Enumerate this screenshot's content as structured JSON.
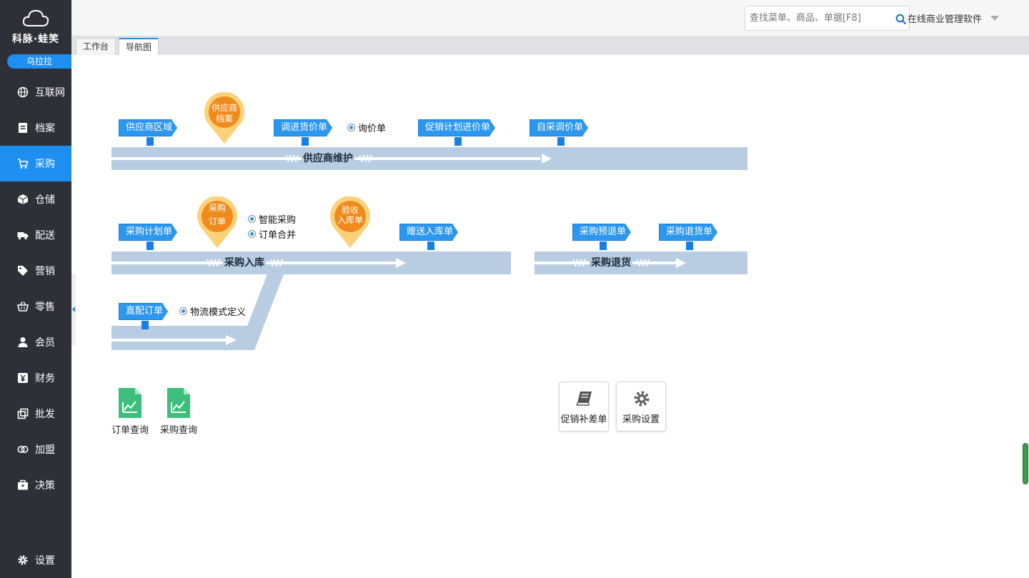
{
  "brand": {
    "name": "科脉·蛙笑",
    "user": "乌拉拉"
  },
  "sidebar": {
    "items": [
      {
        "label": "互联网",
        "icon": "globe-icon"
      },
      {
        "label": "档案",
        "icon": "file-icon"
      },
      {
        "label": "采购",
        "icon": "cart-icon",
        "active": true
      },
      {
        "label": "仓储",
        "icon": "box-icon"
      },
      {
        "label": "配送",
        "icon": "truck-icon"
      },
      {
        "label": "营销",
        "icon": "tag-icon"
      },
      {
        "label": "零售",
        "icon": "basket-icon"
      },
      {
        "label": "会员",
        "icon": "person-icon"
      },
      {
        "label": "财务",
        "icon": "yen-icon"
      },
      {
        "label": "批发",
        "icon": "copy-icon"
      },
      {
        "label": "加盟",
        "icon": "link-rings-icon"
      },
      {
        "label": "决策",
        "icon": "briefcase-icon"
      }
    ],
    "settings": "设置"
  },
  "header": {
    "search_placeholder": "查找菜单、商品、单据[F8]",
    "company": "在线商业管理软件"
  },
  "tabs": [
    {
      "label": "工作台"
    },
    {
      "label": "导航图",
      "active": true
    }
  ],
  "flows": {
    "supplier": {
      "title": "供应商维护",
      "flags": [
        "供应商区域",
        "调进货价单",
        "促销计划进价单",
        "自采调价单"
      ],
      "pin": [
        "供应商",
        "档案"
      ],
      "options": [
        "询价单"
      ]
    },
    "purchase_in": {
      "title": "采购入库",
      "flags": [
        "采购计划单",
        "赠送入库单"
      ],
      "pins": [
        [
          "采购",
          "订单"
        ],
        [
          "验收",
          "入库单"
        ]
      ],
      "options": [
        "智能采购",
        "订单合并"
      ]
    },
    "purchase_return": {
      "title": "采购退货",
      "flags": [
        "采购预退单",
        "采购退货单"
      ]
    },
    "direct": {
      "flags": [
        "直配订单"
      ],
      "options": [
        "物流模式定义"
      ]
    }
  },
  "reports": [
    "订单查询",
    "采购查询"
  ],
  "tools": [
    "促销补差单",
    "采购设置"
  ],
  "colors": {
    "sidebar": "#2f2f38",
    "accent": "#1e8ff0",
    "band": "#b8cde2",
    "pin": "#f08a1c",
    "report": "#3cbf7a"
  }
}
